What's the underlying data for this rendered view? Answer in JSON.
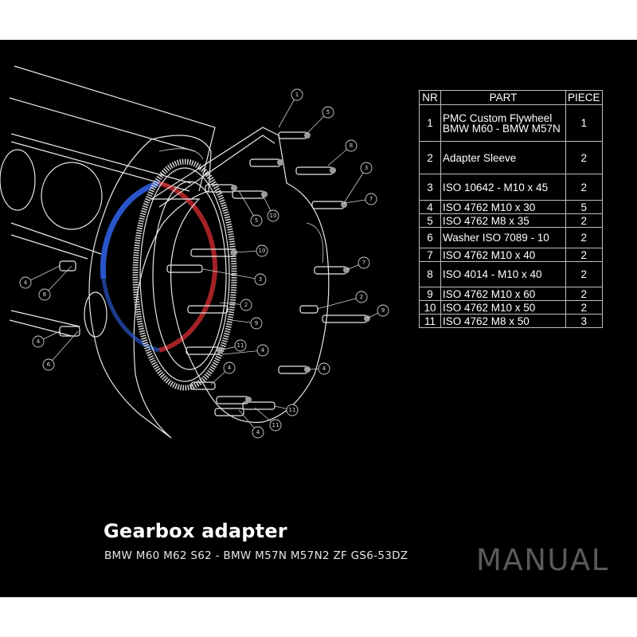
{
  "table": {
    "headers": {
      "nr": "NR",
      "part": "PART",
      "piece": "PIECE"
    },
    "rows": [
      {
        "nr": "1",
        "part": "PMC Custom Flywheel",
        "part_line2": "BMW M60 - BMW M57N",
        "piece": "1"
      },
      {
        "nr": "2",
        "part": "Adapter Sleeve",
        "piece": "2"
      },
      {
        "nr": "3",
        "part": "ISO 10642 - M10 x 45",
        "piece": "2"
      },
      {
        "nr": "4",
        "part": "ISO 4762 M10 x 30",
        "piece": "5"
      },
      {
        "nr": "5",
        "part": "ISO 4762 M8 x 35",
        "piece": "2"
      },
      {
        "nr": "6",
        "part": "Washer ISO 7089 - 10",
        "piece": "2"
      },
      {
        "nr": "7",
        "part": "ISO 4762 M10 x 40",
        "piece": "2"
      },
      {
        "nr": "8",
        "part": "ISO 4014 - M10 x 40",
        "piece": "2"
      },
      {
        "nr": "9",
        "part": "ISO 4762 M10 x 60",
        "piece": "2"
      },
      {
        "nr": "10",
        "part": "ISO 4762 M10 x 50",
        "piece": "2"
      },
      {
        "nr": "11",
        "part": "ISO 4762 M8 x 50",
        "piece": "3"
      }
    ]
  },
  "callouts": [
    "1",
    "5",
    "8",
    "3",
    "7",
    "10",
    "5",
    "10",
    "3",
    "2",
    "9",
    "11",
    "4",
    "4",
    "2",
    "9",
    "7",
    "4",
    "6",
    "4",
    "6",
    "4",
    "11",
    "11",
    "4"
  ],
  "title": "Gearbox adapter",
  "subtitle": "BMW M60 M62 S62 - BMW M57N M57N2 ZF GS6-53DZ",
  "watermark": "MANUAL",
  "colors": {
    "background": "#000000",
    "page": "#ffffff",
    "line": "#e8e8e8",
    "logo_red": "#c0282d",
    "logo_blue": "#2a55c8",
    "watermark": "#5a5a5a"
  }
}
